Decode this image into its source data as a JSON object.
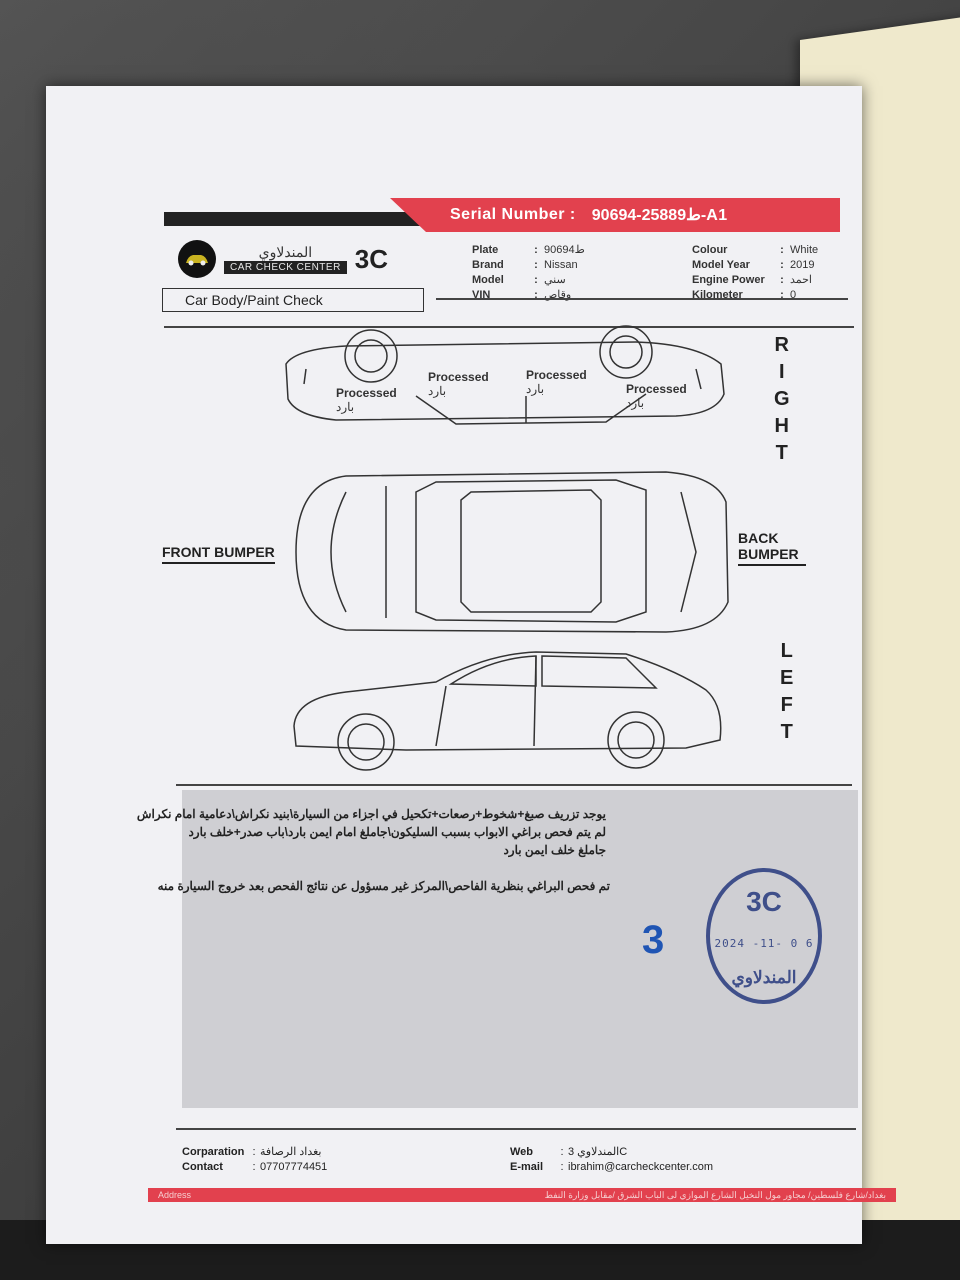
{
  "header": {
    "serial_label": "Serial Number :",
    "serial_value": "ط25889-90694-A1",
    "logo_ar": "المندلاوي",
    "logo_en": "CAR CHECK CENTER",
    "logo_3c": "3C",
    "section_title": "Car Body/Paint Check"
  },
  "vehicle": {
    "left": [
      {
        "k": "Plate",
        "v": "ط90694"
      },
      {
        "k": "Brand",
        "v": "Nissan"
      },
      {
        "k": "Model",
        "v": "سني"
      },
      {
        "k": "VIN",
        "v": "وقاص"
      }
    ],
    "right": [
      {
        "k": "Colour",
        "v": "White"
      },
      {
        "k": "Model Year",
        "v": "2019"
      },
      {
        "k": "Engine Power",
        "v": "احمد"
      },
      {
        "k": "Kilometer",
        "v": "0"
      }
    ]
  },
  "diagram": {
    "right_label": [
      "R",
      "I",
      "G",
      "H",
      "T"
    ],
    "left_label": [
      "L",
      "E",
      "F",
      "T"
    ],
    "front_bumper": "FRONT BUMPER",
    "back_bumper": "BACK BUMPER",
    "processed": [
      {
        "en": "Processed",
        "ar": "بارد"
      },
      {
        "en": "Processed",
        "ar": "بارد"
      },
      {
        "en": "Processed",
        "ar": "بارد"
      },
      {
        "en": "Processed",
        "ar": "بارد"
      }
    ]
  },
  "notes": {
    "line1": "يوجد تزريف صبغ+شخوط+رصعات+تكحيل في اجزاء من السيارة\\بنيد نكراش\\دعامية امام نكراش",
    "line2": "لم يتم فحص براغي الابواب بسبب السليكون\\جاملغ امام ايمن بارد\\باب صدر+خلف بارد",
    "line3": "جاملغ خلف ايمن بارد",
    "line4": "تم فحص البراغي بنظرية الفاحص\\المركز غير مسؤول عن نتائج الفحص بعد خروج السيارة منه",
    "mark": "3",
    "stamp_3c": "3C",
    "stamp_date": "2024 -11- 0 6",
    "stamp_sig": "المندلاوي"
  },
  "footer": {
    "corp_label": "Corparation",
    "corp_value": "بغداد الرصافة",
    "contact_label": "Contact",
    "contact_value": "07707774451",
    "web_label": "Web",
    "web_value": "المندلاوي 3C",
    "email_label": "E-mail",
    "email_value": "ibrahim@carcheckcenter.com",
    "address_label": "Address",
    "address_value": "بغداد/شارع فلسطين/ مجاور مول النخيل الشارع الموازي لى الباب الشرق /مقابل وزارة النفط"
  },
  "colors": {
    "banner": "#e2414e",
    "stamp": "#3f4f8a",
    "mark": "#1f55b4"
  }
}
